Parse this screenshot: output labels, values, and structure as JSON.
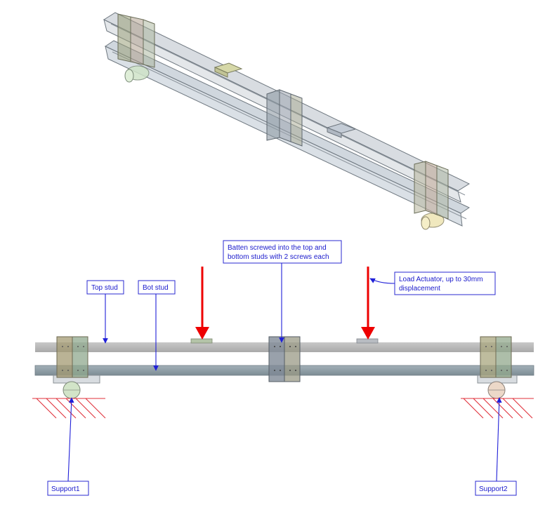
{
  "labels": {
    "top_stud": "Top stud",
    "bot_stud": "Bot stud",
    "batten_line1": "Batten screwed into the top and",
    "batten_line2": "bottom studs with 2 screws each",
    "actuator_line1": "Load Actuator, up to 30mm",
    "actuator_line2": "displacement",
    "support1": "Support1",
    "support2": "Support2"
  },
  "colors": {
    "label_text": "#1a1acc",
    "label_border": "#2a2ad0",
    "leader": "#2020d8",
    "load_arrow": "#ee0000",
    "ground_hatch": "#e0303a",
    "top_stud": "#b9b9b9",
    "bot_stud": "#8e9ea6"
  }
}
